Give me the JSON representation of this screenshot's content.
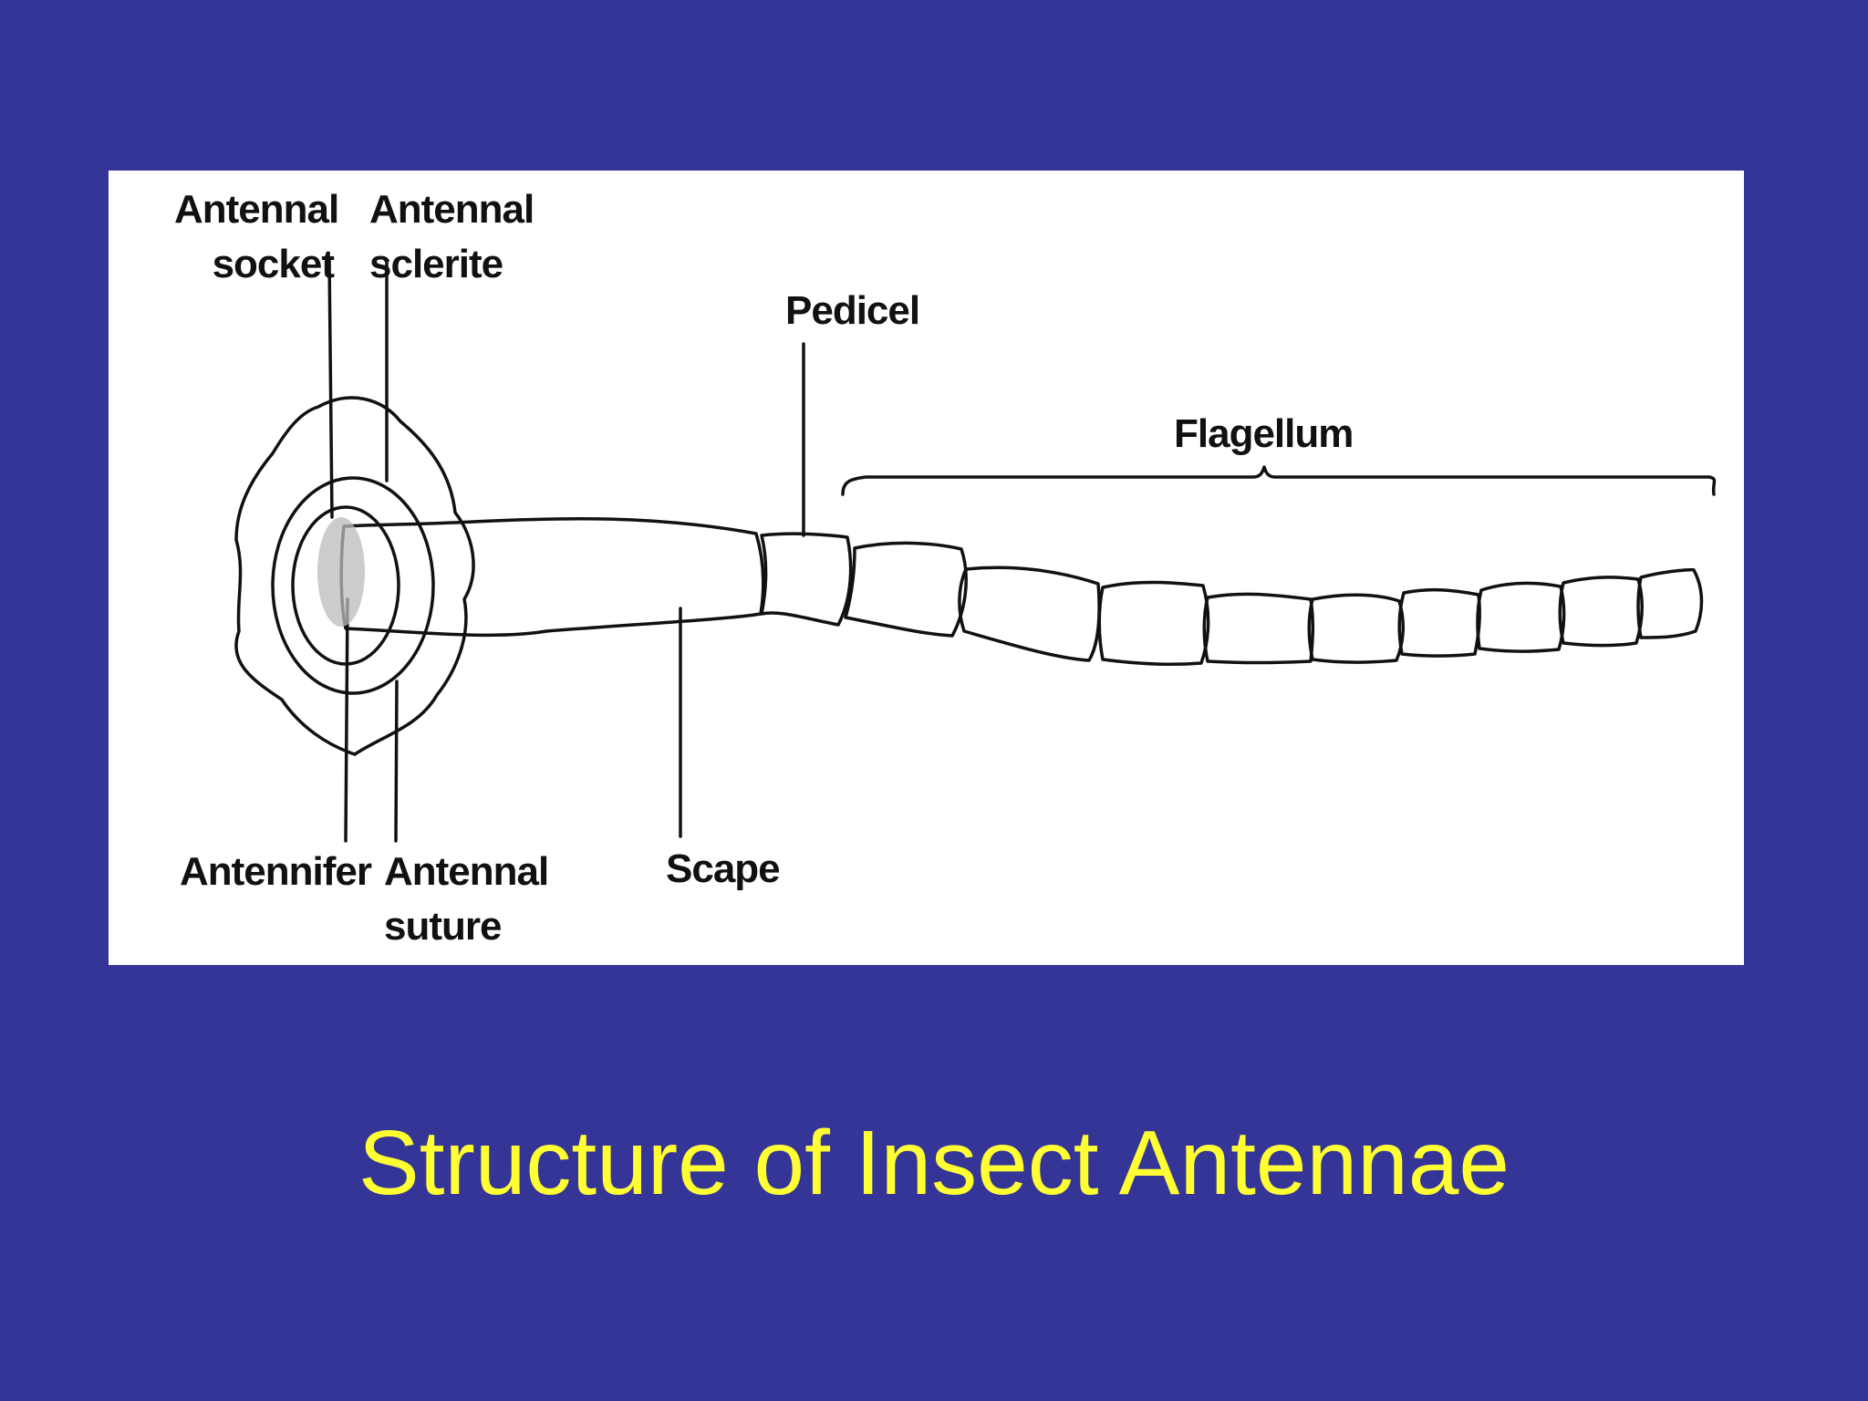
{
  "slide": {
    "title": "Structure of Insect Antennae",
    "background_color": "#353597",
    "title_color": "#ffff33"
  },
  "diagram": {
    "labels": {
      "antennal_socket": [
        "Antennal",
        "socket"
      ],
      "antennal_sclerite": [
        "Antennal",
        "sclerite"
      ],
      "pedicel": "Pedicel",
      "flagellum": "Flagellum",
      "antennifer": "Antennifer",
      "antennal_suture": [
        "Antennal",
        "suture"
      ],
      "scape": "Scape"
    },
    "flagellum_segment_count": 9
  }
}
